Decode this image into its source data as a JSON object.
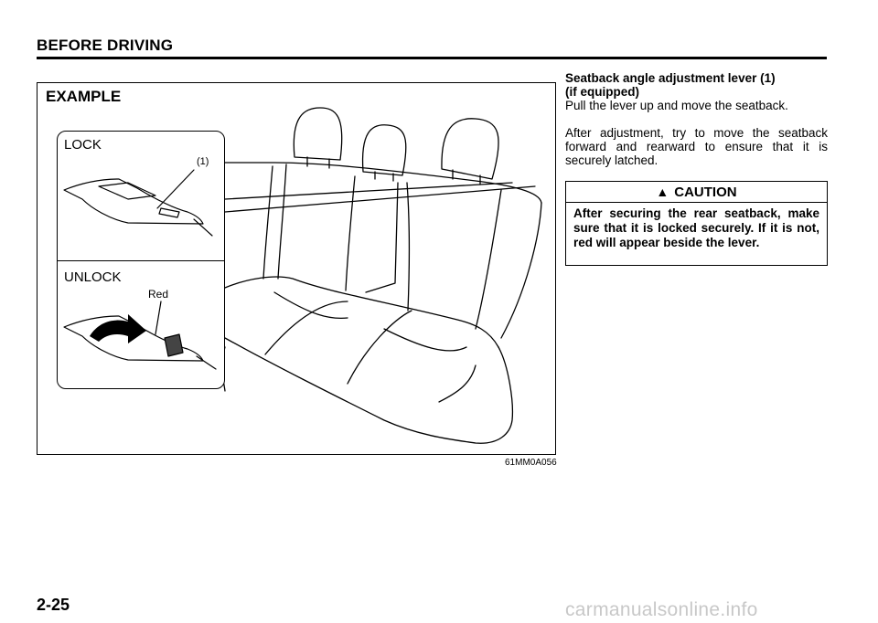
{
  "header": {
    "title": "BEFORE DRIVING"
  },
  "figure": {
    "label": "EXAMPLE",
    "code": "61MM0A056",
    "inset": {
      "lock_label": "LOCK",
      "unlock_label": "UNLOCK",
      "callout": "(1)",
      "red_label": "Red"
    }
  },
  "content": {
    "heading_line1": "Seatback angle adjustment lever (1)",
    "heading_line2": "(if equipped)",
    "instruction": "Pull the lever up and move the seatback.",
    "paragraph": "After adjustment, try to move the seatback forward and rearward to ensure that it is securely latched."
  },
  "caution": {
    "title": "CAUTION",
    "icon": "warning-triangle-icon",
    "text": "After securing the rear seatback, make sure that it is locked securely. If it is not, red will appear beside the lever."
  },
  "footer": {
    "page_number": "2-25"
  },
  "watermark": {
    "text": "carmanualsonline.info",
    "color": "#c8c8c8"
  }
}
